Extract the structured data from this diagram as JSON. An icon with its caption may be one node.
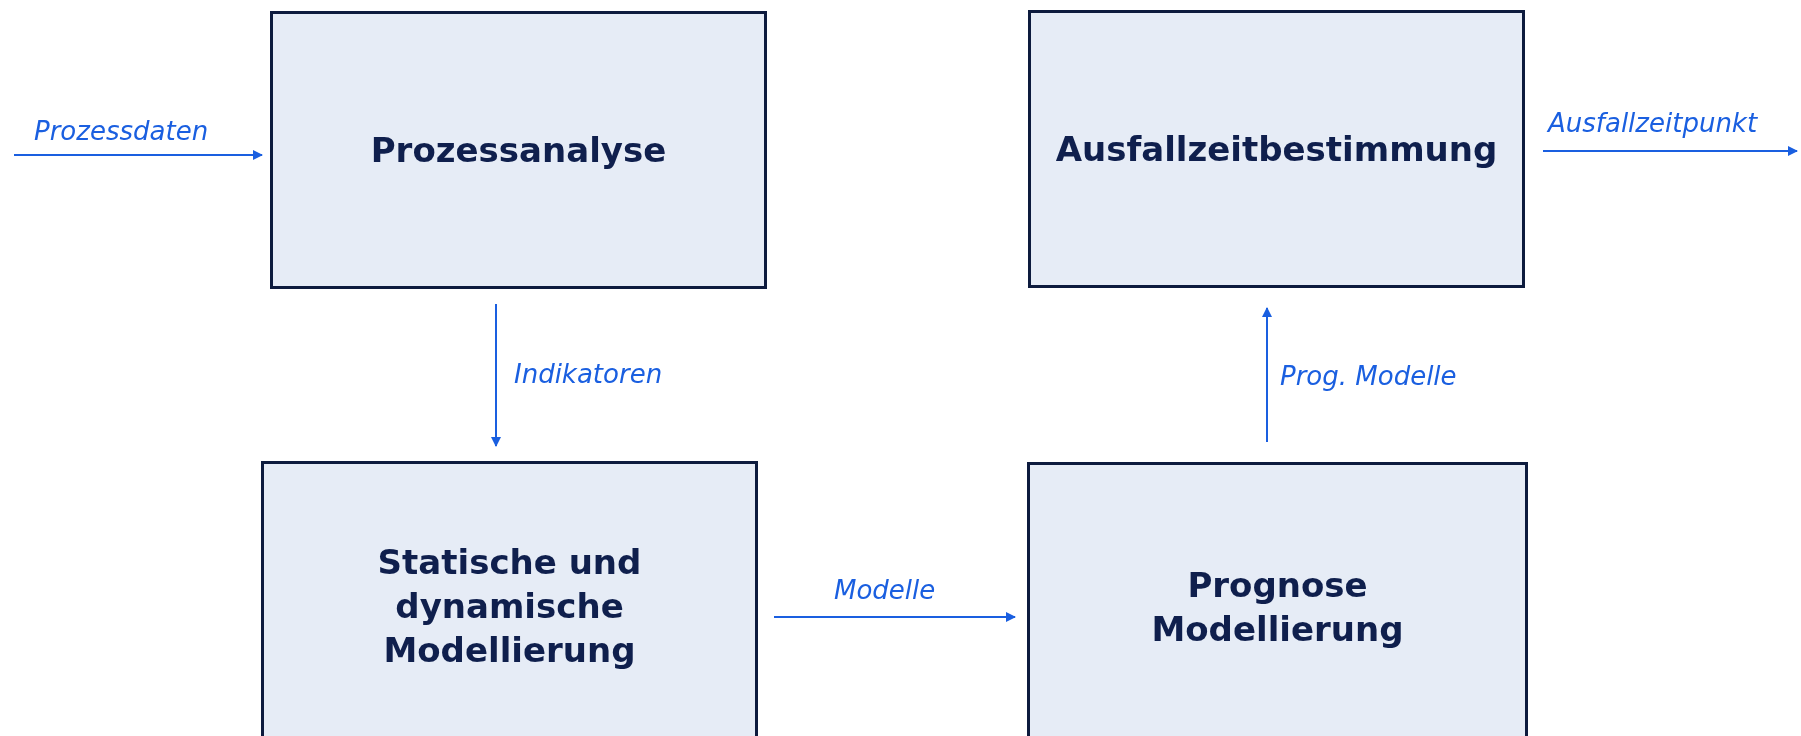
{
  "diagram": {
    "nodes": [
      {
        "text": [
          "Prozessanalyse"
        ]
      },
      {
        "text": [
          "Ausfallzeitbestimmung"
        ]
      },
      {
        "text": [
          "Statische und dynamische Modellierung"
        ]
      },
      {
        "text": [
          "Prognose Modellierung"
        ]
      }
    ],
    "edges": [
      {
        "from": null,
        "to": 0,
        "arrow": "to",
        "label": "Prozessdaten"
      },
      {
        "from": 0,
        "to": 2,
        "arrow": "to",
        "label": "Indikatoren"
      },
      {
        "from": 2,
        "to": 3,
        "arrow": "to",
        "label": "Modelle"
      },
      {
        "from": 3,
        "to": 1,
        "arrow": "to",
        "label": "Prog. Modelle"
      },
      {
        "from": 1,
        "to": null,
        "arrow": "to",
        "label": "Ausfallzeitpunkt"
      }
    ]
  }
}
